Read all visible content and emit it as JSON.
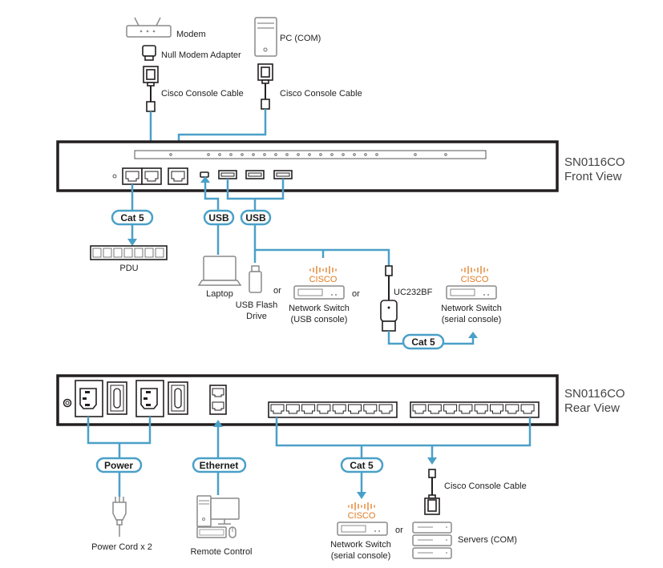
{
  "colors": {
    "cable": "#4aa0c8",
    "device_outline": "#231f20",
    "peripheral_gray": "#8a8a8a",
    "cisco_orange": "#e07b22"
  },
  "front": {
    "title_model": "SN0116CO",
    "title_view": "Front View",
    "top_devices": {
      "modem": "Modem",
      "null_modem": "Null Modem Adapter",
      "cisco_cable_left": "Cisco Console Cable",
      "pc": "PC (COM)",
      "cisco_cable_right": "Cisco Console Cable"
    },
    "pills": {
      "cat5": "Cat 5",
      "usb1": "USB",
      "usb2": "USB",
      "cat5_uc": "Cat 5"
    },
    "bottom_devices": {
      "pdu": "PDU",
      "laptop": "Laptop",
      "flash_line1": "USB Flash",
      "flash_line2": "Drive",
      "or1": "or",
      "cisco_brand1": "CISCO",
      "switch_usb_line1": "Network Switch",
      "switch_usb_line2": "(USB console)",
      "or2": "or",
      "uc232bf": "UC232BF",
      "cisco_brand2": "CISCO",
      "switch_serial_line1": "Network Switch",
      "switch_serial_line2": "(serial console)"
    }
  },
  "rear": {
    "title_model": "SN0116CO",
    "title_view": "Rear View",
    "pills": {
      "power": "Power",
      "ethernet": "Ethernet",
      "cat5": "Cat 5"
    },
    "bottom_devices": {
      "power_cord": "Power Cord x 2",
      "remote": "Remote Control",
      "cisco_brand": "CISCO",
      "switch_line1": "Network Switch",
      "switch_line2": "(serial console)",
      "or": "or",
      "cisco_cable": "Cisco Console Cable",
      "servers": "Servers (COM)"
    }
  }
}
